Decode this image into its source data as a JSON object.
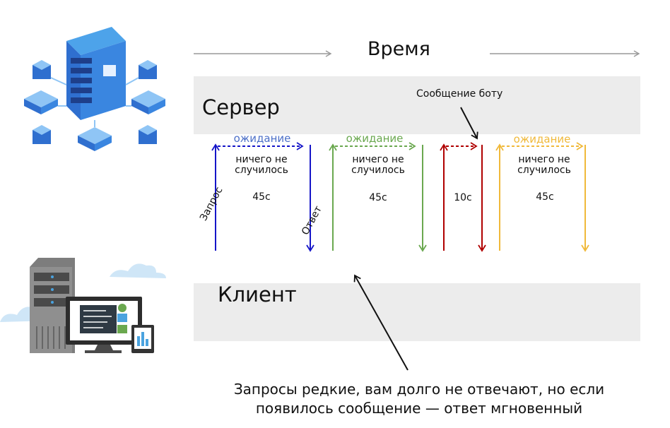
{
  "title": "Время",
  "bands": {
    "server": "Сервер",
    "client": "Клиент"
  },
  "labels": {
    "request": "Запрос",
    "response": "Ответ",
    "message_to_bot": "Сообщение боту"
  },
  "intervals": [
    {
      "wait": "ожидание",
      "result": "ничего не случилось",
      "duration": "45с",
      "color": "#1515c8"
    },
    {
      "wait": "ожидание",
      "result": "ничего не случилось",
      "duration": "45с",
      "color": "#6aa84f"
    },
    {
      "wait": "",
      "result": "",
      "duration": "10с",
      "color": "#b00000"
    },
    {
      "wait": "ожидание",
      "result": "ничего не случилось",
      "duration": "45с",
      "color": "#f0b93a"
    }
  ],
  "caption": "Запросы редкие, вам долго не отвечают, но если появилось сообщение — ответ мгновенный"
}
